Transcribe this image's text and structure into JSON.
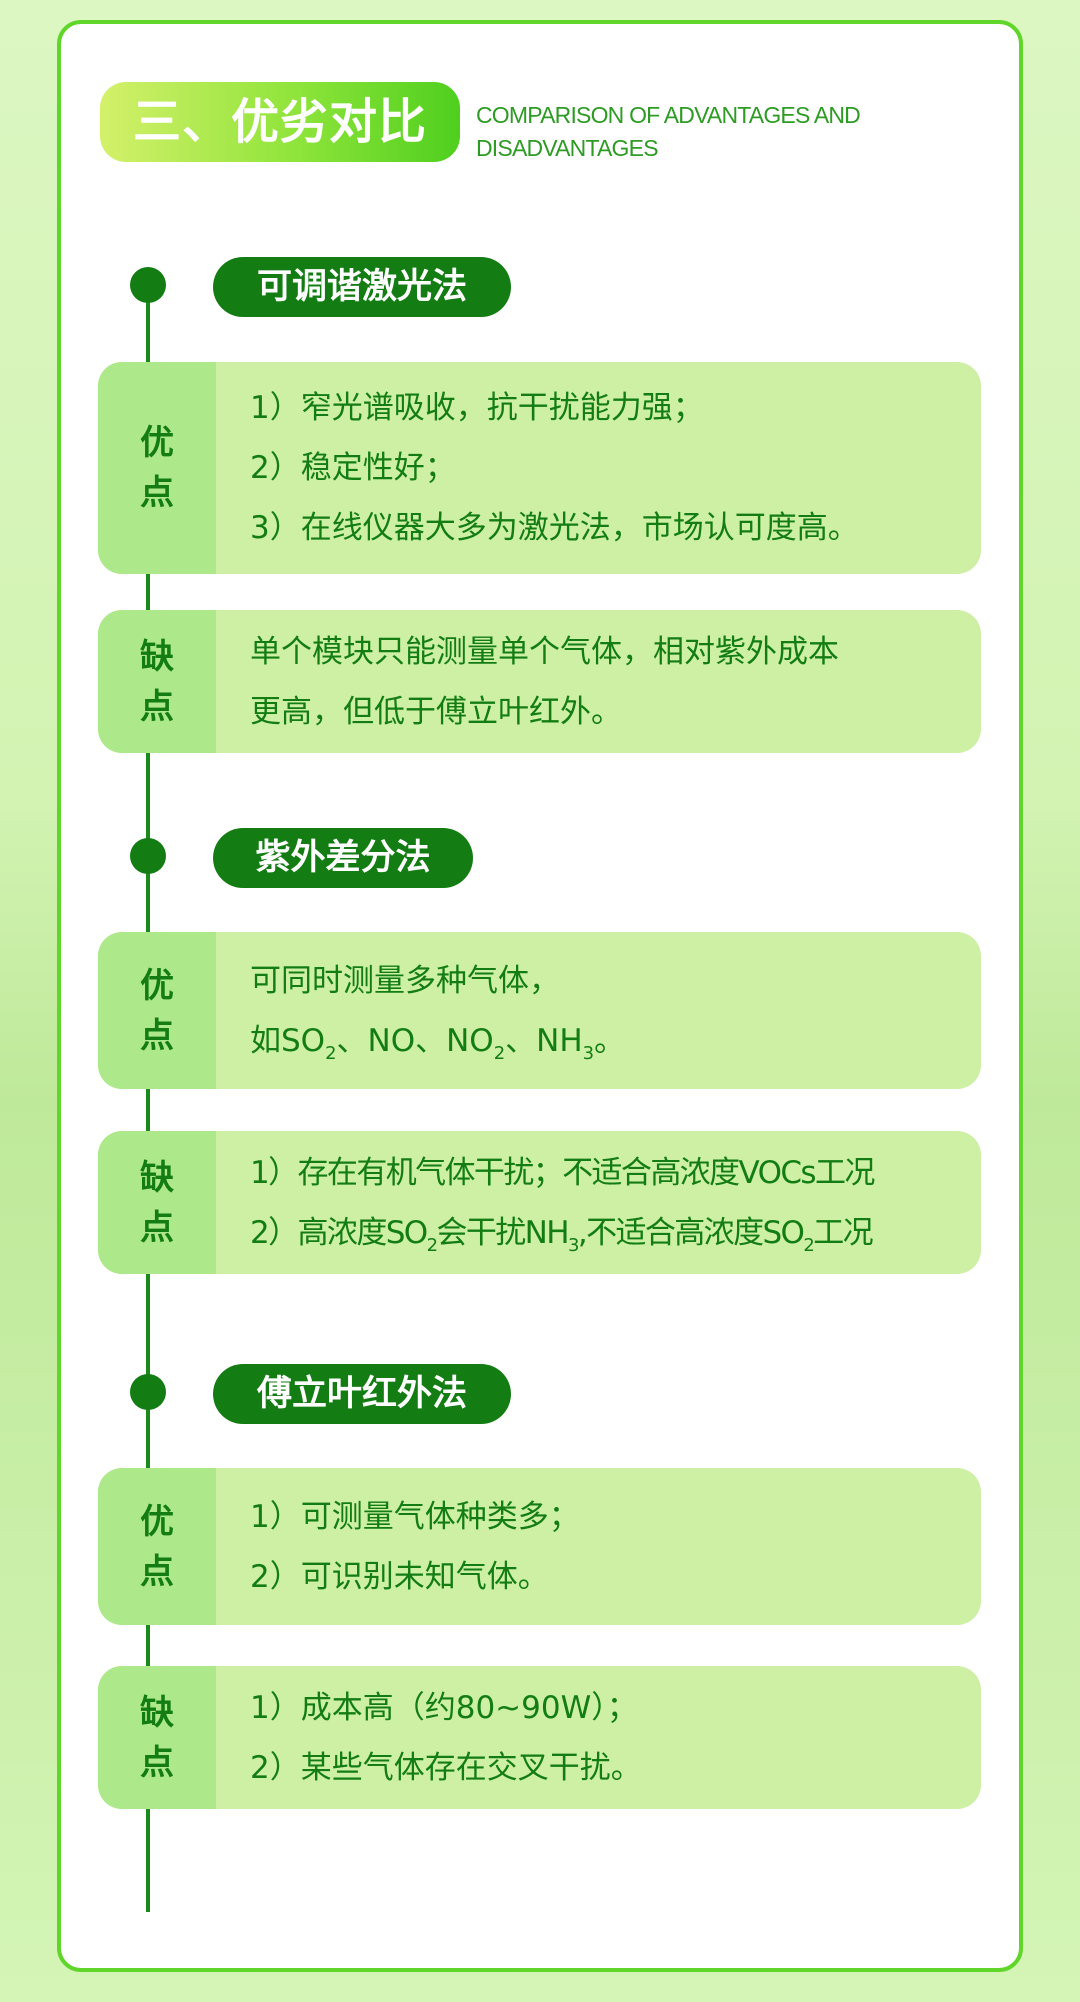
{
  "header": {
    "title": "三、优劣对比",
    "subtitle": "COMPARISON OF ADVANTAGES AND DISADVANTAGES"
  },
  "labels": {
    "pro_1": "优",
    "pro_2": "点",
    "con_1": "缺",
    "con_2": "点"
  },
  "methods": [
    {
      "name": "可调谐激光法",
      "pros": [
        "1）窄光谱吸收，抗干扰能力强；",
        "2）稳定性好；",
        "3）在线仪器大多为激光法，市场认可度高。"
      ],
      "cons": [
        "单个模块只能测量单个气体，相对紫外成本",
        "更高，但低于傅立叶红外。"
      ]
    },
    {
      "name": "紫外差分法",
      "pros": {
        "line1": "可同时测量多种气体，",
        "line2": {
          "a": "如SO",
          "a_sub": "2",
          "b": "、NO、NO",
          "b_sub": "2",
          "c": "、NH",
          "c_sub": "3",
          "d": "。"
        }
      },
      "cons": {
        "line1": "1）存在有机气体干扰；不适合高浓度VOCs工况",
        "line2": {
          "a": "2）高浓度SO",
          "a_sub": "2",
          "b": "会干扰NH",
          "b_sub": "3",
          "c": ",不适合高浓度SO",
          "c_sub": "2",
          "d": "工况"
        }
      }
    },
    {
      "name": "傅立叶红外法",
      "pros": [
        "1）可测量气体种类多；",
        "2）可识别未知气体。"
      ],
      "cons": [
        "1）成本高（约80~90W）；",
        "2）某些气体存在交叉干扰。"
      ]
    }
  ]
}
